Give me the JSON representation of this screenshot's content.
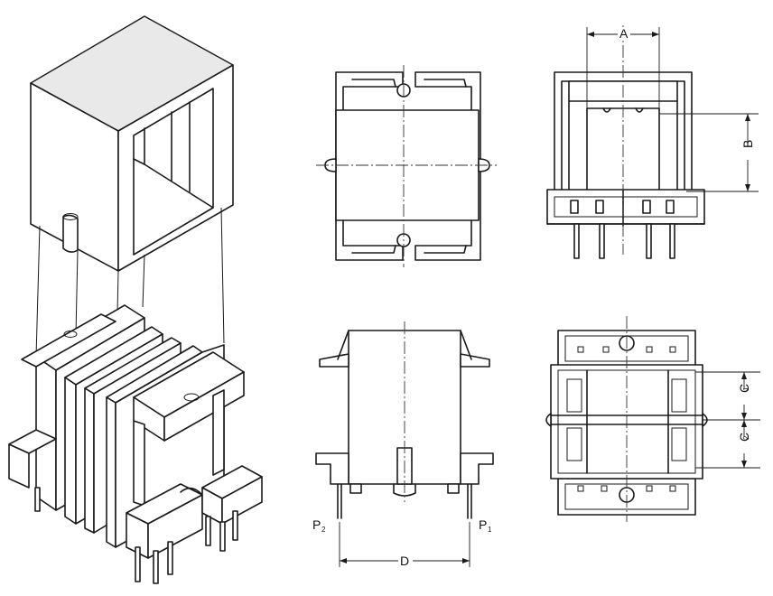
{
  "labels": {
    "A": "A",
    "B": "B",
    "C1_main": "C",
    "C1_sub": "1",
    "C2_main": "C",
    "C2_sub": "2",
    "D": "D",
    "P1_main": "P",
    "P1_sub": "1",
    "P2_main": "P",
    "P2_sub": "2"
  }
}
